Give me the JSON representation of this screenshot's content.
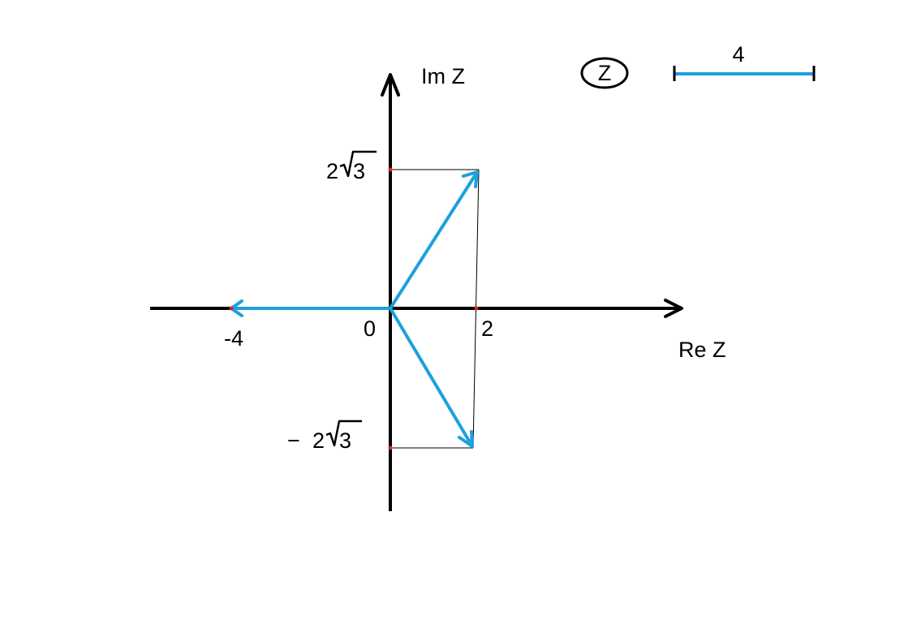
{
  "axes": {
    "x_label": "Re Z",
    "y_label": "Im Z",
    "origin_label": "0"
  },
  "ticks": {
    "x_positive": "2",
    "x_negative": "-4",
    "y_positive_coefficient": "2",
    "y_positive_radicand": "3",
    "y_negative_sign": "−",
    "y_negative_coefficient": "2",
    "y_negative_radicand": "3"
  },
  "legend": {
    "symbol": "Z",
    "modulus_label": "4"
  },
  "vectors": [
    {
      "name": "upper-vector",
      "re": 2,
      "im": "2√3"
    },
    {
      "name": "lower-vector",
      "re": 2,
      "im": "−2√3"
    },
    {
      "name": "left-vector",
      "re": -4,
      "im": 0
    }
  ],
  "colors": {
    "axis": "#000000",
    "vector": "#1ea0dc",
    "tick_point": "#e02020",
    "guide_line": "#000000"
  }
}
